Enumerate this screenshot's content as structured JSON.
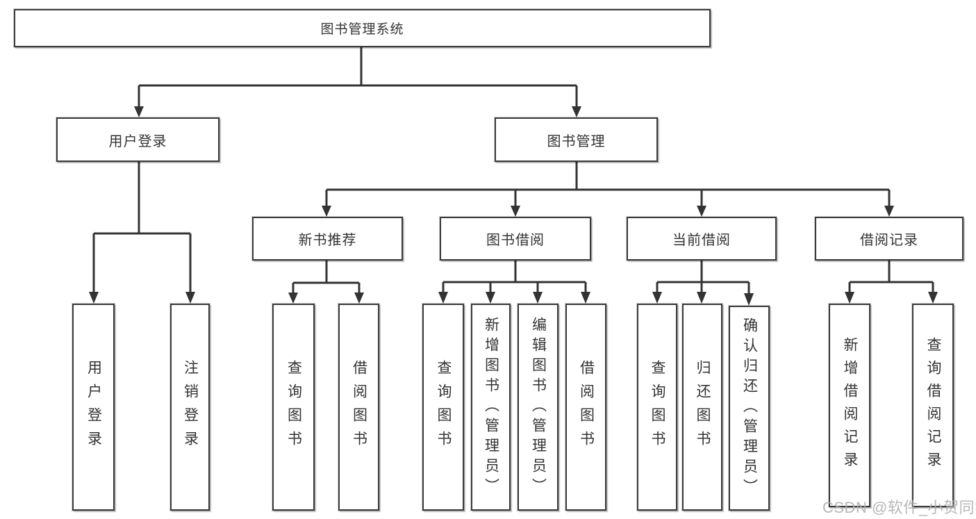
{
  "diagram": {
    "root": {
      "label": "图书管理系统"
    },
    "level2": [
      {
        "label": "用户登录"
      },
      {
        "label": "图书管理"
      }
    ],
    "level3": [
      {
        "label": "新书推荐"
      },
      {
        "label": "图书借阅"
      },
      {
        "label": "当前借阅"
      },
      {
        "label": "借阅记录"
      }
    ],
    "leaves": [
      {
        "label": "用户登录"
      },
      {
        "label": "注销登录"
      },
      {
        "label": "查询图书"
      },
      {
        "label": "借阅图书"
      },
      {
        "label": "查询图书"
      },
      {
        "label": "新增图书（管理员）"
      },
      {
        "label": "编辑图书（管理员）"
      },
      {
        "label": "借阅图书"
      },
      {
        "label": "查询图书"
      },
      {
        "label": "归还图书"
      },
      {
        "label": "确认归还（管理员）"
      },
      {
        "label": "新增借阅记录"
      },
      {
        "label": "查询借阅记录"
      }
    ]
  },
  "watermark": "CSDN @软件_小贺同学",
  "colors": {
    "line": "#333333",
    "text": "#333333",
    "border": "#3b3b3b",
    "watermark": "#b0b0b0",
    "bg": "#ffffff"
  }
}
